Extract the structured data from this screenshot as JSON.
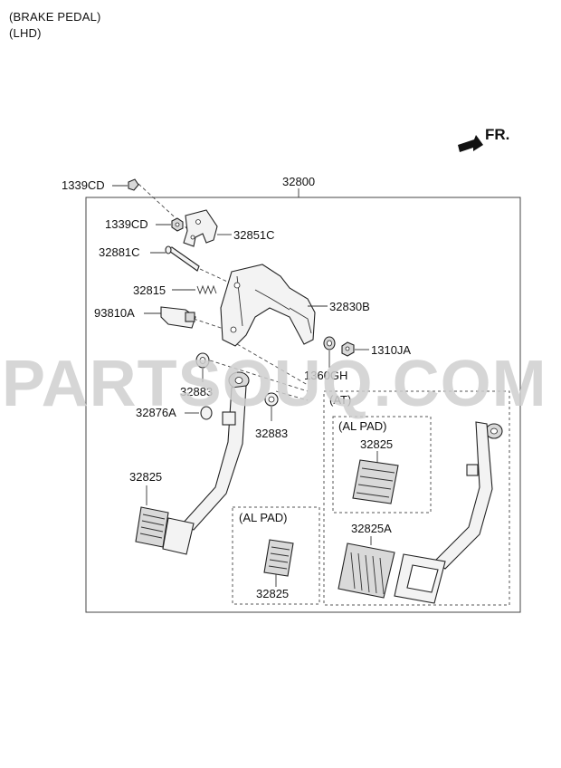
{
  "header": {
    "line1": "(BRAKE PEDAL)",
    "line2": "(LHD)"
  },
  "direction": {
    "label": "FR."
  },
  "watermark": "PARTSOUQ.COM",
  "callouts": {
    "assembly": "32800",
    "bolt_top": "1339CD",
    "nut_bracket": "1339CD",
    "bracket": "32851C",
    "pin": "32881C",
    "spring": "32815",
    "switch": "93810A",
    "pedal_member": "32830B",
    "nut_1360": "1360GH",
    "nut_1310": "1310JA",
    "bushing_left": "32883",
    "bushing_right": "32883",
    "stopper": "32876A",
    "pad_manual": "32825",
    "pad_alpad_manual": "32825",
    "pad_alpad_at": "32825",
    "pad_at": "32825A"
  },
  "boxes": {
    "at_title": "(AT)",
    "alpad_manual_title": "(AL PAD)",
    "alpad_at_title": "(AL PAD)"
  },
  "colors": {
    "line": "#333333",
    "watermark": "#cfcfcf",
    "arrow": "#111111"
  }
}
